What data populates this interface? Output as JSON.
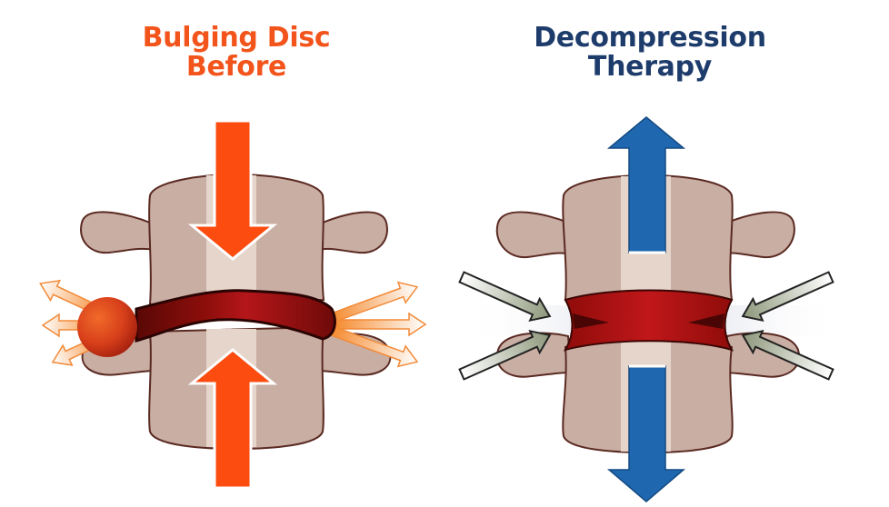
{
  "panels": [
    {
      "id": "before",
      "title_line1": "Bulging Disc",
      "title_line2": "Before",
      "title_color": "#f2541b",
      "arrow_color": "#fc4c10",
      "arrows": [
        "compression-down",
        "compression-up",
        "outward-left",
        "outward-right"
      ]
    },
    {
      "id": "after",
      "title_line1": "Decompression",
      "title_line2": "Therapy",
      "title_color": "#1d3c6b",
      "arrow_color": "#1f68b0",
      "arrows": [
        "traction-up",
        "traction-down",
        "inward-left",
        "inward-right"
      ]
    }
  ],
  "colors": {
    "bone": "#c9aea3",
    "bone_highlight": "#e6d5cb",
    "bone_outline": "#5a2a22",
    "disc_red": "#b01412",
    "disc_dark": "#6e0a08",
    "bulge_orange": "#e04a1e",
    "outward_arrow": "#fbb36a",
    "inward_arrow": "#9ba48a"
  }
}
